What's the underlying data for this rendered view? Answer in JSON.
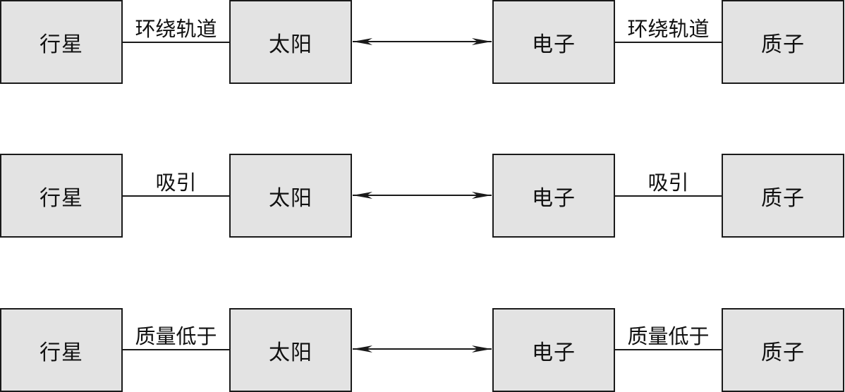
{
  "rows": [
    {
      "left_box": "行星",
      "left_relation": "环绕轨道",
      "center_box": "太阳",
      "right_box": "电子",
      "right_relation": "环绕轨道",
      "far_box": "质子"
    },
    {
      "left_box": "行星",
      "left_relation": "吸引",
      "center_box": "太阳",
      "right_box": "电子",
      "right_relation": "吸引",
      "far_box": "质子"
    },
    {
      "left_box": "行星",
      "left_relation": "质量低于",
      "center_box": "太阳",
      "right_box": "电子",
      "right_relation": "质量低于",
      "far_box": "质子"
    }
  ],
  "colors": {
    "box_fill": "#e3e3e3",
    "stroke": "#1a1a1a"
  },
  "connector_style": "double-headed-arrow"
}
